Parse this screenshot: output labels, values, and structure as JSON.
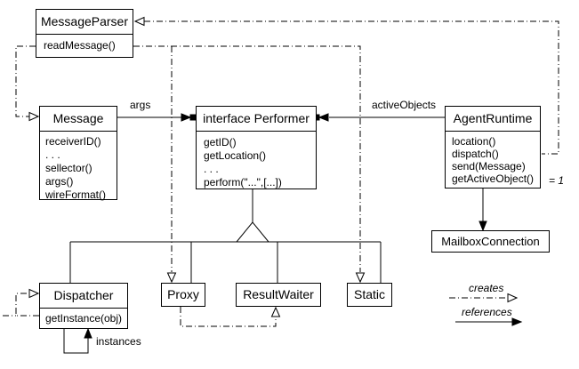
{
  "diagram": {
    "classes": {
      "message_parser": {
        "title": "MessageParser",
        "members": [
          "readMessage()"
        ]
      },
      "message": {
        "title": "Message",
        "members": [
          "receiverID()",
          ". . .",
          "sellector()",
          "args()",
          "wireFormat()"
        ]
      },
      "performer": {
        "title": "interface Performer",
        "members": [
          "getID()",
          "getLocation()",
          ". . .",
          "perform(\"...\",[...])"
        ]
      },
      "agent_runtime": {
        "title": "AgentRuntime",
        "members": [
          "location()",
          "dispatch()",
          "send(Message)",
          "getActiveObject()"
        ]
      },
      "mailbox_connection": {
        "title": "MailboxConnection"
      },
      "dispatcher": {
        "title": "Dispatcher",
        "members": [
          "getInstance(obj)"
        ]
      },
      "proxy": {
        "title": "Proxy"
      },
      "result_waiter": {
        "title": "ResultWaiter"
      },
      "static": {
        "title": "Static"
      }
    },
    "edge_labels": {
      "args": "args",
      "active_objects": "activeObjects",
      "instances": "instances",
      "multiplicity": "= 1"
    },
    "legend": {
      "creates": "creates",
      "references": "references"
    },
    "colors": {
      "line": "#000000",
      "background": "#ffffff"
    }
  }
}
